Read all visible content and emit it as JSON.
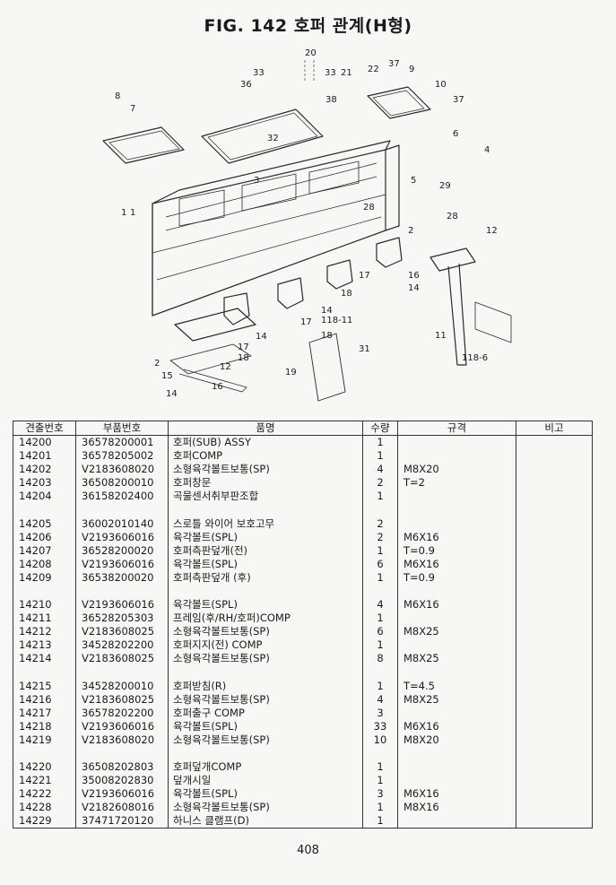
{
  "title": "FIG. 142 호퍼 관계(H형)",
  "diagram": {
    "callouts": [
      "20",
      "33",
      "33",
      "21",
      "22",
      "37",
      "9",
      "10",
      "37",
      "36",
      "38",
      "8",
      "7",
      "32",
      "3",
      "6",
      "4",
      "5",
      "29",
      "1",
      "28",
      "28",
      "2",
      "12",
      "16",
      "14",
      "17",
      "18",
      "14",
      "17",
      "118-11",
      "11",
      "18",
      "31",
      "118-6",
      "17",
      "14",
      "18",
      "12",
      "2",
      "15",
      "16",
      "19",
      "14",
      "1"
    ]
  },
  "table": {
    "headers": [
      "견출번호",
      "부품번호",
      "품명",
      "수량",
      "규격",
      "비고"
    ],
    "rows": [
      [
        "14200",
        "36578200001",
        "호퍼(SUB) ASSY",
        "1",
        "",
        ""
      ],
      [
        "14201",
        "36578205002",
        "호퍼COMP",
        "1",
        "",
        ""
      ],
      [
        "14202",
        "V2183608020",
        "소형육각볼트보통(SP)",
        "4",
        "M8X20",
        ""
      ],
      [
        "14203",
        "36508200010",
        "호퍼창문",
        "2",
        "T=2",
        ""
      ],
      [
        "14204",
        "36158202400",
        "곡물센서취부판조합",
        "1",
        "",
        ""
      ],
      null,
      [
        "14205",
        "36002010140",
        "스로틀 와이어 보호고무",
        "2",
        "",
        ""
      ],
      [
        "14206",
        "V2193606016",
        "육각볼트(SPL)",
        "2",
        "M6X16",
        ""
      ],
      [
        "14207",
        "36528200020",
        "호퍼측판덮개(전)",
        "1",
        "T=0.9",
        ""
      ],
      [
        "14208",
        "V2193606016",
        "육각볼트(SPL)",
        "6",
        "M6X16",
        ""
      ],
      [
        "14209",
        "36538200020",
        "호퍼측판덮개 (후)",
        "1",
        "T=0.9",
        ""
      ],
      null,
      [
        "14210",
        "V2193606016",
        "육각볼트(SPL)",
        "4",
        "M6X16",
        ""
      ],
      [
        "14211",
        "36528205303",
        "프레임(후/RH/호퍼)COMP",
        "1",
        "",
        ""
      ],
      [
        "14212",
        "V2183608025",
        "소형육각볼트보통(SP)",
        "6",
        "M8X25",
        ""
      ],
      [
        "14213",
        "34528202200",
        "호퍼지지(전) COMP",
        "1",
        "",
        ""
      ],
      [
        "14214",
        "V2183608025",
        "소형육각볼트보통(SP)",
        "8",
        "M8X25",
        ""
      ],
      null,
      [
        "14215",
        "34528200010",
        "호퍼받침(R)",
        "1",
        "T=4.5",
        ""
      ],
      [
        "14216",
        "V2183608025",
        "소형육각볼트보통(SP)",
        "4",
        "M8X25",
        ""
      ],
      [
        "14217",
        "36578202200",
        "호퍼출구 COMP",
        "3",
        "",
        ""
      ],
      [
        "14218",
        "V2193606016",
        "육각볼트(SPL)",
        "33",
        "M6X16",
        ""
      ],
      [
        "14219",
        "V2183608020",
        "소형육각볼트보통(SP)",
        "10",
        "M8X20",
        ""
      ],
      null,
      [
        "14220",
        "36508202803",
        "호퍼덮개COMP",
        "1",
        "",
        ""
      ],
      [
        "14221",
        "35008202830",
        "덮개시일",
        "1",
        "",
        ""
      ],
      [
        "14222",
        "V2193606016",
        "육각볼트(SPL)",
        "3",
        "M6X16",
        ""
      ],
      [
        "14228",
        "V2182608016",
        "소형육각볼트보통(SP)",
        "1",
        "M8X16",
        ""
      ],
      [
        "14229",
        "37471720120",
        "하니스 클램프(D)",
        "1",
        "",
        ""
      ]
    ]
  },
  "page_number": "408"
}
